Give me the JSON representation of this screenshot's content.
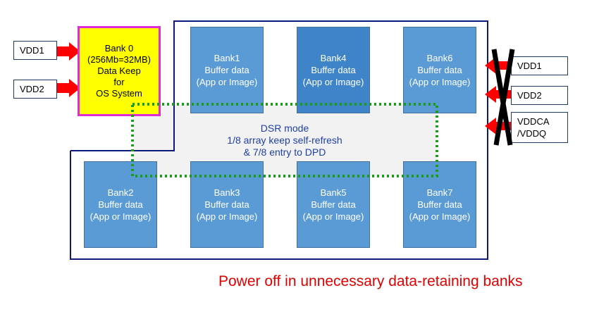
{
  "colors": {
    "bank_fill": "#5b9bd5",
    "bank4_fill": "#3f84c8",
    "bank0_fill": "#ffff00",
    "bank0_border": "#e12bd6",
    "region_outline": "#0b1a7a",
    "dsr_outline": "#1a9e1a",
    "arrow": "#ff0000",
    "cross": "#000000",
    "caption": "#e00000"
  },
  "bank0": {
    "line1": "Bank 0",
    "line2": "(256Mb=32MB)",
    "line3": "Data Keep",
    "line4": "for",
    "line5": "OS System"
  },
  "banks": [
    {
      "name": "Bank1",
      "line2": "Buffer data",
      "line3": "(App or Image)"
    },
    {
      "name": "Bank4",
      "line2": "Buffer data",
      "line3": "(App or Image)"
    },
    {
      "name": "Bank6",
      "line2": "Buffer data",
      "line3": "(App or Image)"
    },
    {
      "name": "Bank2",
      "line2": "Buffer data",
      "line3": "(App or Image)"
    },
    {
      "name": "Bank3",
      "line2": "Buffer data",
      "line3": "(App or Image)"
    },
    {
      "name": "Bank5",
      "line2": "Buffer data",
      "line3": "(App or Image)"
    },
    {
      "name": "Bank7",
      "line2": "Buffer data",
      "line3": "(App or Image)"
    }
  ],
  "dsr": {
    "line1": "DSR mode",
    "line2": "1/8 array keep self-refresh",
    "line3": "& 7/8 entry to DPD"
  },
  "left_power": {
    "vdd1": "VDD1",
    "vdd2": "VDD2"
  },
  "right_power": {
    "vdd1": "VDD1",
    "vdd2": "VDD2",
    "vddca_line1": "VDDCA",
    "vddca_line2": "/VDDQ"
  },
  "caption": "Power off in unnecessary data-retaining banks"
}
